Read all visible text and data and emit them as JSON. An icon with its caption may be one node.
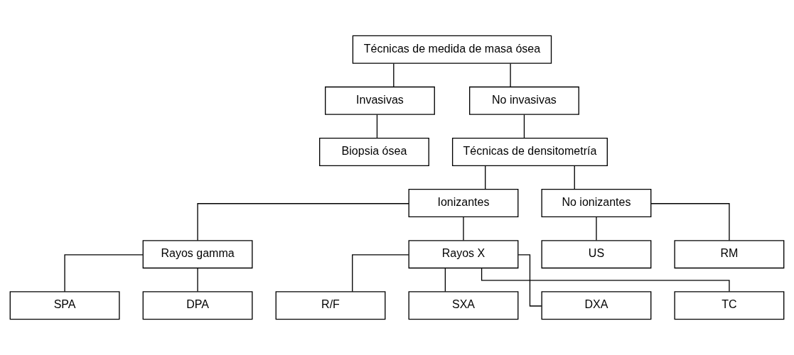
{
  "diagram": {
    "nodes": [
      {
        "text": [
          "Técnicas de medida de masa ósea"
        ]
      },
      {
        "text": [
          "Invasivas"
        ]
      },
      {
        "text": [
          "No invasivas"
        ]
      },
      {
        "text": [
          "Biopsia ósea"
        ]
      },
      {
        "text": [
          "Técnicas de densitometría"
        ]
      },
      {
        "text": [
          "Ionizantes"
        ]
      },
      {
        "text": [
          "No ionizantes"
        ]
      },
      {
        "text": [
          "Rayos gamma"
        ]
      },
      {
        "text": [
          "Rayos X"
        ]
      },
      {
        "text": [
          "US"
        ]
      },
      {
        "text": [
          "RM"
        ]
      },
      {
        "text": [
          "SPA"
        ]
      },
      {
        "text": [
          "DPA"
        ]
      },
      {
        "text": [
          "R/F"
        ]
      },
      {
        "text": [
          "SXA"
        ]
      },
      {
        "text": [
          "DXA"
        ]
      },
      {
        "text": [
          "TC"
        ]
      }
    ],
    "edges": [
      {
        "from": 0,
        "to": 1,
        "arrow": "none"
      },
      {
        "from": 0,
        "to": 2,
        "arrow": "none"
      },
      {
        "from": 1,
        "to": 3,
        "arrow": "none"
      },
      {
        "from": 2,
        "to": 4,
        "arrow": "none"
      },
      {
        "from": 4,
        "to": 5,
        "arrow": "none"
      },
      {
        "from": 4,
        "to": 6,
        "arrow": "none"
      },
      {
        "from": 5,
        "to": 7,
        "arrow": "none"
      },
      {
        "from": 5,
        "to": 8,
        "arrow": "none"
      },
      {
        "from": 6,
        "to": 9,
        "arrow": "none"
      },
      {
        "from": 6,
        "to": 10,
        "arrow": "none"
      },
      {
        "from": 7,
        "to": 11,
        "arrow": "none"
      },
      {
        "from": 7,
        "to": 12,
        "arrow": "none"
      },
      {
        "from": 8,
        "to": 13,
        "arrow": "none"
      },
      {
        "from": 8,
        "to": 14,
        "arrow": "none"
      },
      {
        "from": 8,
        "to": 15,
        "arrow": "none"
      },
      {
        "from": 8,
        "to": 16,
        "arrow": "none"
      }
    ]
  }
}
